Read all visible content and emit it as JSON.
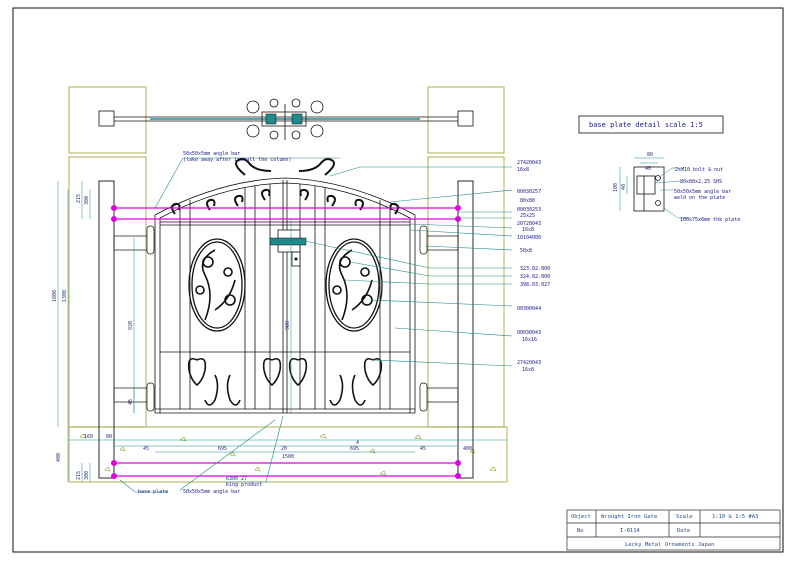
{
  "colors": {
    "frame": "#1a1a1a",
    "ink": "#111111",
    "leader": "#1e8a8a",
    "leader_text": "#1a1a8c",
    "magenta": "#e000e0",
    "hatch": "#9b9b2a",
    "border": "#0b0b0b",
    "tb_text": "#2a4f8f"
  },
  "base_plate": {
    "title": "base plate detail  scale 1:5",
    "dim_top": "80",
    "dim_inner": "40",
    "dim_left": "100",
    "dim_left_inner": "40",
    "note1": "2xM10 bolt & nut",
    "note2": "80x80x2.25 SHS",
    "note3": "50x50x5mm angle bar",
    "note4": "weld on the plate",
    "note5": "100x75x6mm thk plate"
  },
  "annotations": {
    "angle_bar_top1": "50x50x5mm angle bar",
    "angle_bar_top2": "(take away after install the column)",
    "base_plate_label": "base plate",
    "angle_bar_bottom": "50x50x5mm angle bar",
    "king_product": "king product",
    "king_code": "6300 27",
    "parts": [
      {
        "code": "27420043",
        "sub": "16x8"
      },
      {
        "code": "00030257",
        "sub": "80x80"
      },
      {
        "code": "00030253",
        "sub": "25x25"
      },
      {
        "code": "20720043",
        "sub": "16x8"
      },
      {
        "code": "10104000",
        "sub": ""
      },
      {
        "code": "50x8",
        "sub": ""
      },
      {
        "code": "323.02.000",
        "sub": ""
      },
      {
        "code": "324.02.000",
        "sub": ""
      },
      {
        "code": "398.03.027",
        "sub": ""
      },
      {
        "code": "00300044",
        "sub": ""
      },
      {
        "code": "00030043",
        "sub": "16x16"
      },
      {
        "code": "27420043",
        "sub": "16x8"
      }
    ]
  },
  "dimensions": {
    "h_total": "1800",
    "h_inner": "1300",
    "h_top": "215",
    "h_top2": "300",
    "h_leaf": "920",
    "h_mid": "900",
    "h_foot": "45",
    "h_foot2": "400",
    "h_bottom": "215",
    "h_bottom2": "300",
    "w_col": "160",
    "w_col2": "80",
    "w_gap": "45",
    "w_leaf": "695",
    "w_mid": "20",
    "w_leaf2": "695",
    "w_gap2": "45",
    "w_col3": "400",
    "w_total": "1500",
    "num_4": "4"
  },
  "title_block": {
    "object_label": "Object",
    "object_value": "Wrought Iron Gate",
    "scale_label": "Scale",
    "scale_value": "1:10 & 1:5 #A3",
    "no_label": "No",
    "no_value": "I-0114",
    "date_label": "Date",
    "date_value": "",
    "company": "Lecky Metal Ornaments Japan"
  }
}
